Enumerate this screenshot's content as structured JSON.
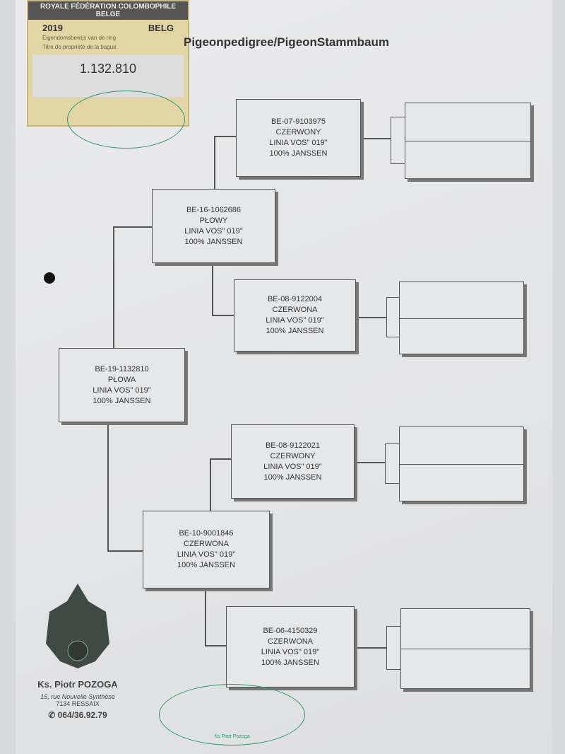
{
  "card": {
    "header": "ROYALE FÉDÉRATION COLOMBOPHILE BELGE",
    "year": "2019",
    "country": "BELG",
    "line1": "Eigendomsbewijs van de ring",
    "line2": "Titre de propriété de la bague",
    "ring_number": "1.132.810"
  },
  "title": "Pigeonpedigree/PigeonStammbaum",
  "pigeons": {
    "root": {
      "ring": "BE-19-1132810",
      "color": "PŁOWA",
      "line": "LINIA VOS\" 019\"",
      "origin": "100% JANSSEN"
    },
    "sire": {
      "ring": "BE-16-1062686",
      "color": "PŁOWY",
      "line": "LINIA VOS\" 019\"",
      "origin": "100% JANSSEN"
    },
    "dam": {
      "ring": "BE-10-9001846",
      "color": "CZERWONA",
      "line": "LINIA VOS\" 019\"",
      "origin": "100% JANSSEN"
    },
    "ss": {
      "ring": "BE-07-9103975",
      "color": "CZERWONY",
      "line": "LINIA VOS\" 019\"",
      "origin": "100% JANSSEN"
    },
    "sd": {
      "ring": "BE-08-9122004",
      "color": "CZERWONA",
      "line": "LINIA VOS\" 019\"",
      "origin": "100% JANSSEN"
    },
    "ds": {
      "ring": "BE-08-9122021",
      "color": "CZERWONY",
      "line": "LINIA VOS\" 019\"",
      "origin": "100% JANSSEN"
    },
    "dd": {
      "ring": "BE-06-4150329",
      "color": "CZERWONA",
      "line": "LINIA VOS\" 019\"",
      "origin": "100% JANSSEN"
    }
  },
  "owner": {
    "name": "Ks. Piotr POZOGA",
    "street": "15, rue Nouvelle Synthèse",
    "city": "7134 RESSAIX",
    "phone": "064/36.92.79"
  },
  "stamp": {
    "text": "Ks Piotr Pozoga"
  }
}
